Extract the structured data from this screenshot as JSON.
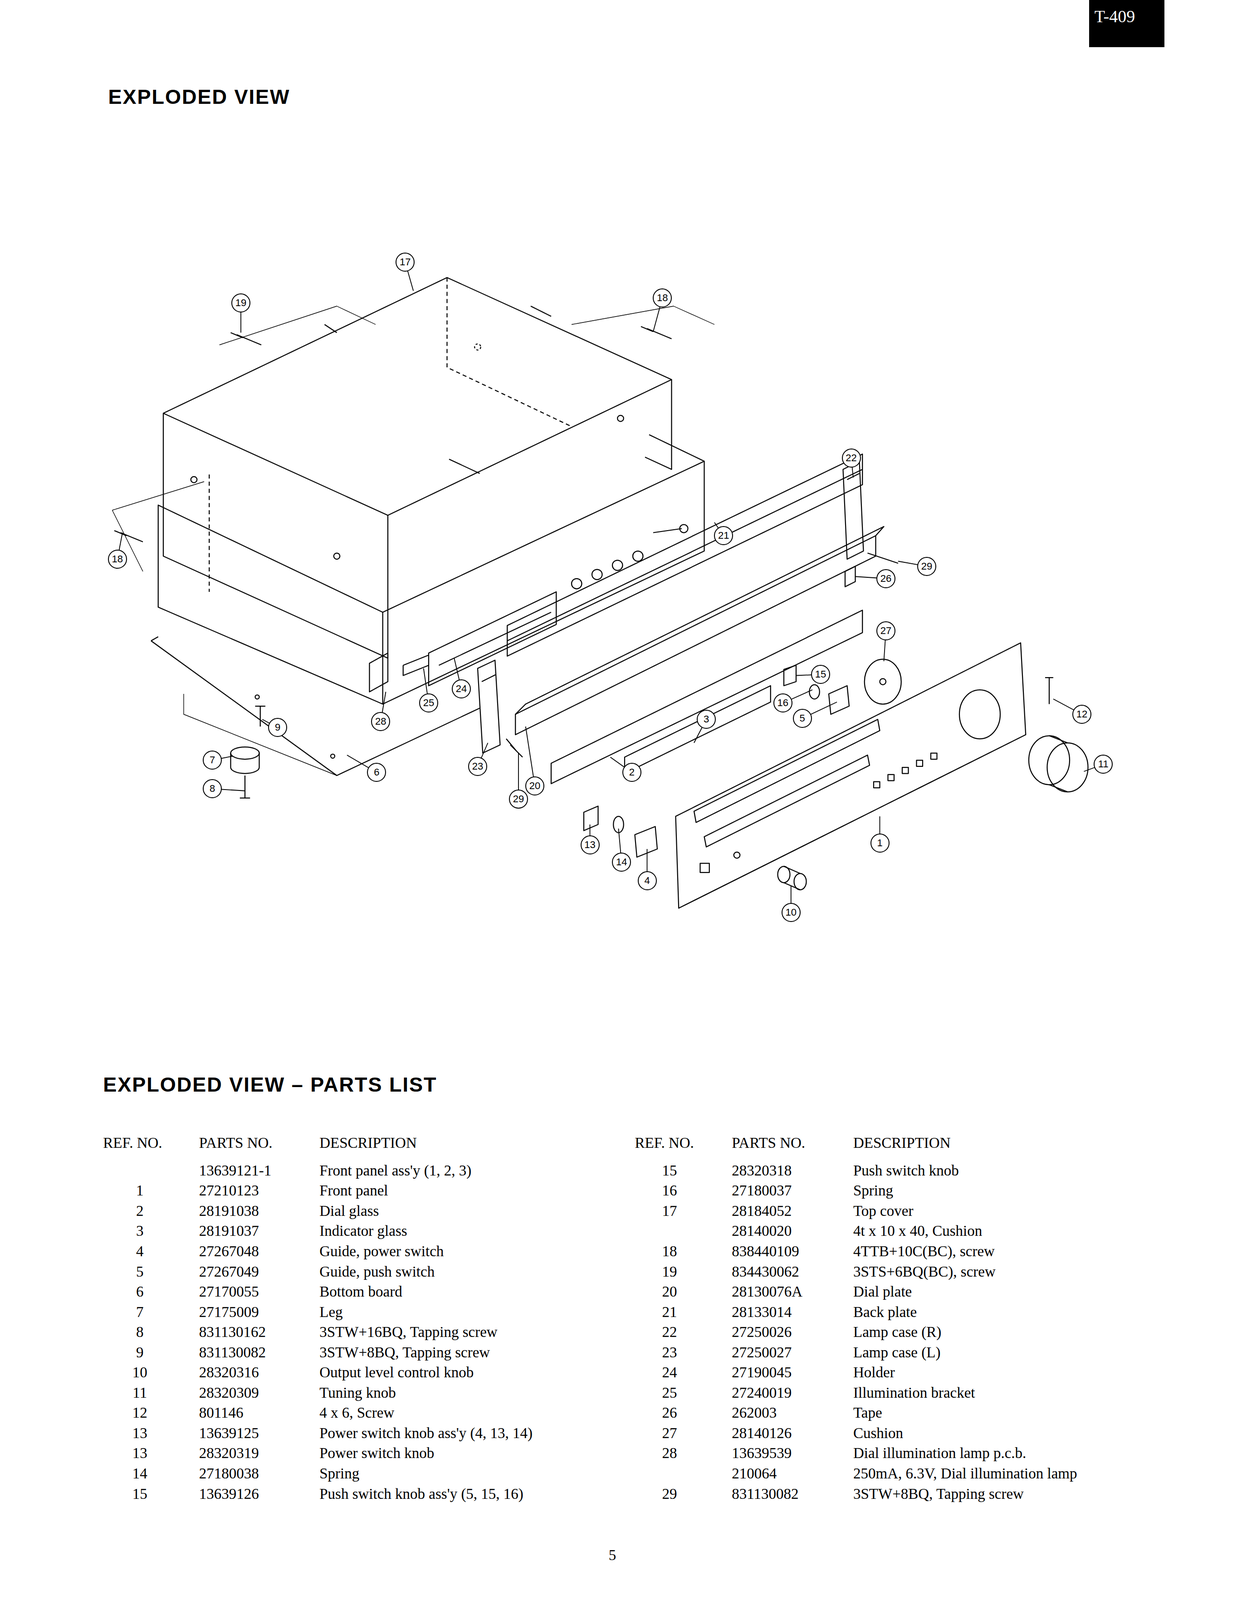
{
  "diagram": {
    "title": "EXPLODED VIEW",
    "nodes": [
      {
        "text": [
          "T-409"
        ]
      },
      {
        "text": [
          "17"
        ]
      },
      {
        "text": [
          "18"
        ]
      },
      {
        "text": [
          "19"
        ]
      },
      {
        "text": [
          "22"
        ]
      },
      {
        "text": [
          "21"
        ]
      },
      {
        "text": [
          "18"
        ]
      },
      {
        "text": [
          "29"
        ]
      },
      {
        "text": [
          "26"
        ]
      },
      {
        "text": [
          "27"
        ]
      },
      {
        "text": [
          "15"
        ]
      },
      {
        "text": [
          "24"
        ]
      },
      {
        "text": [
          "25"
        ]
      },
      {
        "text": [
          "16"
        ]
      },
      {
        "text": [
          "12"
        ]
      },
      {
        "text": [
          "5"
        ]
      },
      {
        "text": [
          "3"
        ]
      },
      {
        "text": [
          "28"
        ]
      },
      {
        "text": [
          "9"
        ]
      },
      {
        "text": [
          "7"
        ]
      },
      {
        "text": [
          "11"
        ]
      },
      {
        "text": [
          "23"
        ]
      },
      {
        "text": [
          "6"
        ]
      },
      {
        "text": [
          "2"
        ]
      },
      {
        "text": [
          "20"
        ]
      },
      {
        "text": [
          "8"
        ]
      },
      {
        "text": [
          "29"
        ]
      },
      {
        "text": [
          "1"
        ]
      },
      {
        "text": [
          "13"
        ]
      },
      {
        "text": [
          "14"
        ]
      },
      {
        "text": [
          "4"
        ]
      },
      {
        "text": [
          "10"
        ]
      }
    ],
    "labels": [
      "EXPLODED VIEW – PARTS LIST",
      "REF. NO.",
      "PARTS NO.",
      "DESCRIPTION",
      "REF. NO.",
      "PARTS NO.",
      "DESCRIPTION",
      "13639121-1",
      "Front panel ass'y (1, 2, 3)",
      "1",
      "27210123",
      "Front panel",
      "2",
      "28191038",
      "Dial glass",
      "3",
      "28191037",
      "Indicator glass",
      "4",
      "27267048",
      "Guide, power switch",
      "5",
      "27267049",
      "Guide, push switch",
      "6",
      "27170055",
      "Bottom board",
      "7",
      "27175009",
      "Leg",
      "8",
      "831130162",
      "3STW+16BQ, Tapping screw",
      "9",
      "831130082",
      "3STW+8BQ, Tapping screw",
      "10",
      "28320316",
      "Output level control knob",
      "11",
      "28320309",
      "Tuning knob",
      "12",
      "801146",
      "4 x 6, Screw",
      "13",
      "13639125",
      "Power switch knob ass'y (4, 13, 14)",
      "13",
      "28320319",
      "Power switch knob",
      "14",
      "27180038",
      "Spring",
      "15",
      "13639126",
      "Push switch knob ass'y (5, 15, 16)",
      "15",
      "28320318",
      "Push switch knob",
      "16",
      "27180037",
      "Spring",
      "17",
      "28184052",
      "Top cover",
      "28140020",
      "4t x 10 x 40, Cushion",
      "18",
      "838440109",
      "4TTB+10C(BC), screw",
      "19",
      "834430062",
      "3STS+6BQ(BC), screw",
      "20",
      "28130076A",
      "Dial plate",
      "21",
      "28133014",
      "Back plate",
      "22",
      "27250026",
      "Lamp case (R)",
      "23",
      "27250027",
      "Lamp case (L)",
      "24",
      "27190045",
      "Holder",
      "25",
      "27240019",
      "Illumination bracket",
      "26",
      "262003",
      "Tape",
      "27",
      "28140126",
      "Cushion",
      "28",
      "13639539",
      "Dial illumination lamp p.c.b.",
      "210064",
      "250mA, 6.3V, Dial illumination lamp",
      "29",
      "831130082",
      "3STW+8BQ, Tapping screw",
      "5"
    ]
  }
}
